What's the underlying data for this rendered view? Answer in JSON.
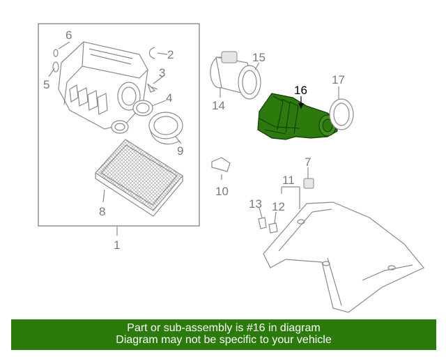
{
  "callouts": {
    "c1": "1",
    "c2": "2",
    "c3": "3",
    "c4": "4",
    "c5": "5",
    "c6": "6",
    "c7": "7",
    "c8": "8",
    "c9": "9",
    "c10": "10",
    "c11": "11",
    "c12": "12",
    "c13": "13",
    "c14": "14",
    "c15": "15",
    "c16": "16",
    "c17": "17"
  },
  "highlight": {
    "part_number": "16",
    "color": "#2b7a0b"
  },
  "banner": {
    "line1": "Part or sub-assembly is #16 in diagram",
    "line2": "Diagram may not be specific to your vehicle",
    "background": "#2b7a0b"
  }
}
